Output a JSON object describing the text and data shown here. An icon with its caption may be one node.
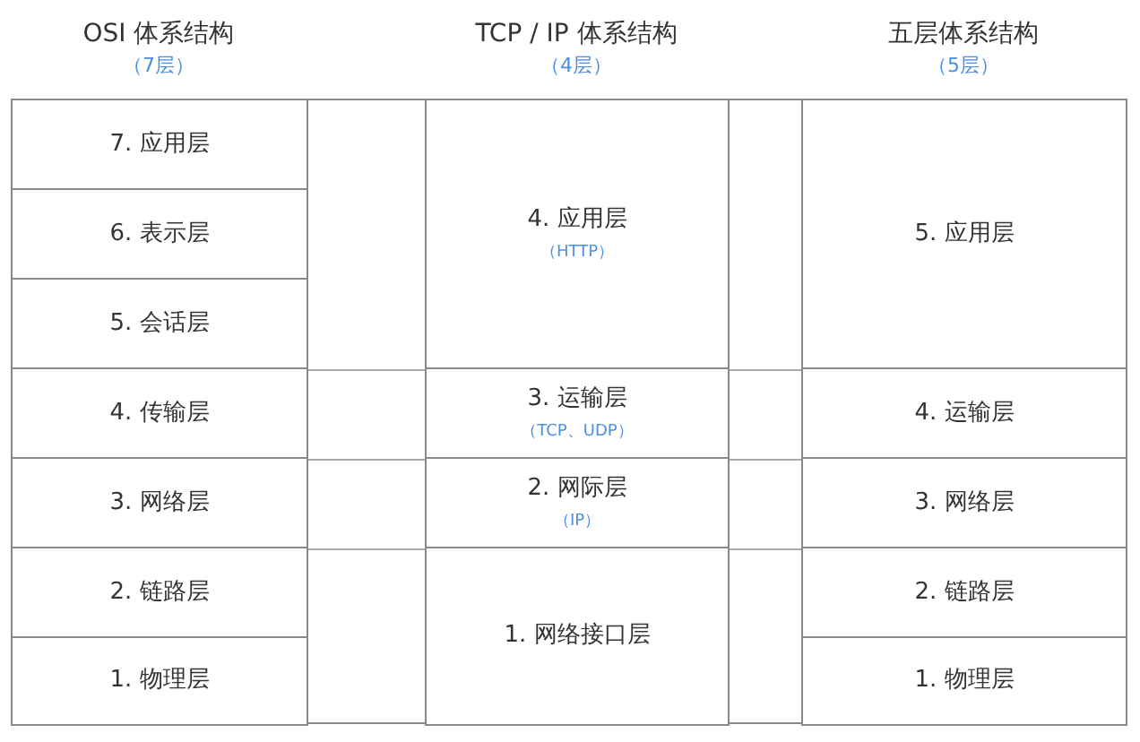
{
  "diagram": {
    "nodes": [
      {
        "text": [
          "7. 应用层"
        ]
      },
      {
        "text": [
          "6. 表示层"
        ]
      },
      {
        "text": [
          "5. 会话层"
        ]
      },
      {
        "text": [
          "4. 传输层"
        ]
      },
      {
        "text": [
          "3. 网络层"
        ]
      },
      {
        "text": [
          "2. 链路层"
        ]
      },
      {
        "text": [
          "1. 物理层"
        ]
      },
      {
        "text": [
          "4. 应用层",
          "（HTTP）"
        ]
      },
      {
        "text": [
          "3. 运输层",
          "（TCP、UDP）"
        ]
      },
      {
        "text": [
          "2. 网际层",
          "（IP）"
        ]
      },
      {
        "text": [
          "1. 网络接口层"
        ]
      },
      {
        "text": [
          "5. 应用层"
        ]
      },
      {
        "text": [
          "4. 运输层"
        ]
      },
      {
        "text": [
          "3. 网络层"
        ]
      },
      {
        "text": [
          "2. 链路层"
        ]
      },
      {
        "text": [
          "1. 物理层"
        ]
      }
    ],
    "labels": [
      "OSI 体系结构",
      "（7层）",
      "TCP / IP 体系结构",
      "（4层）",
      "五层体系结构",
      "（5层）"
    ]
  }
}
